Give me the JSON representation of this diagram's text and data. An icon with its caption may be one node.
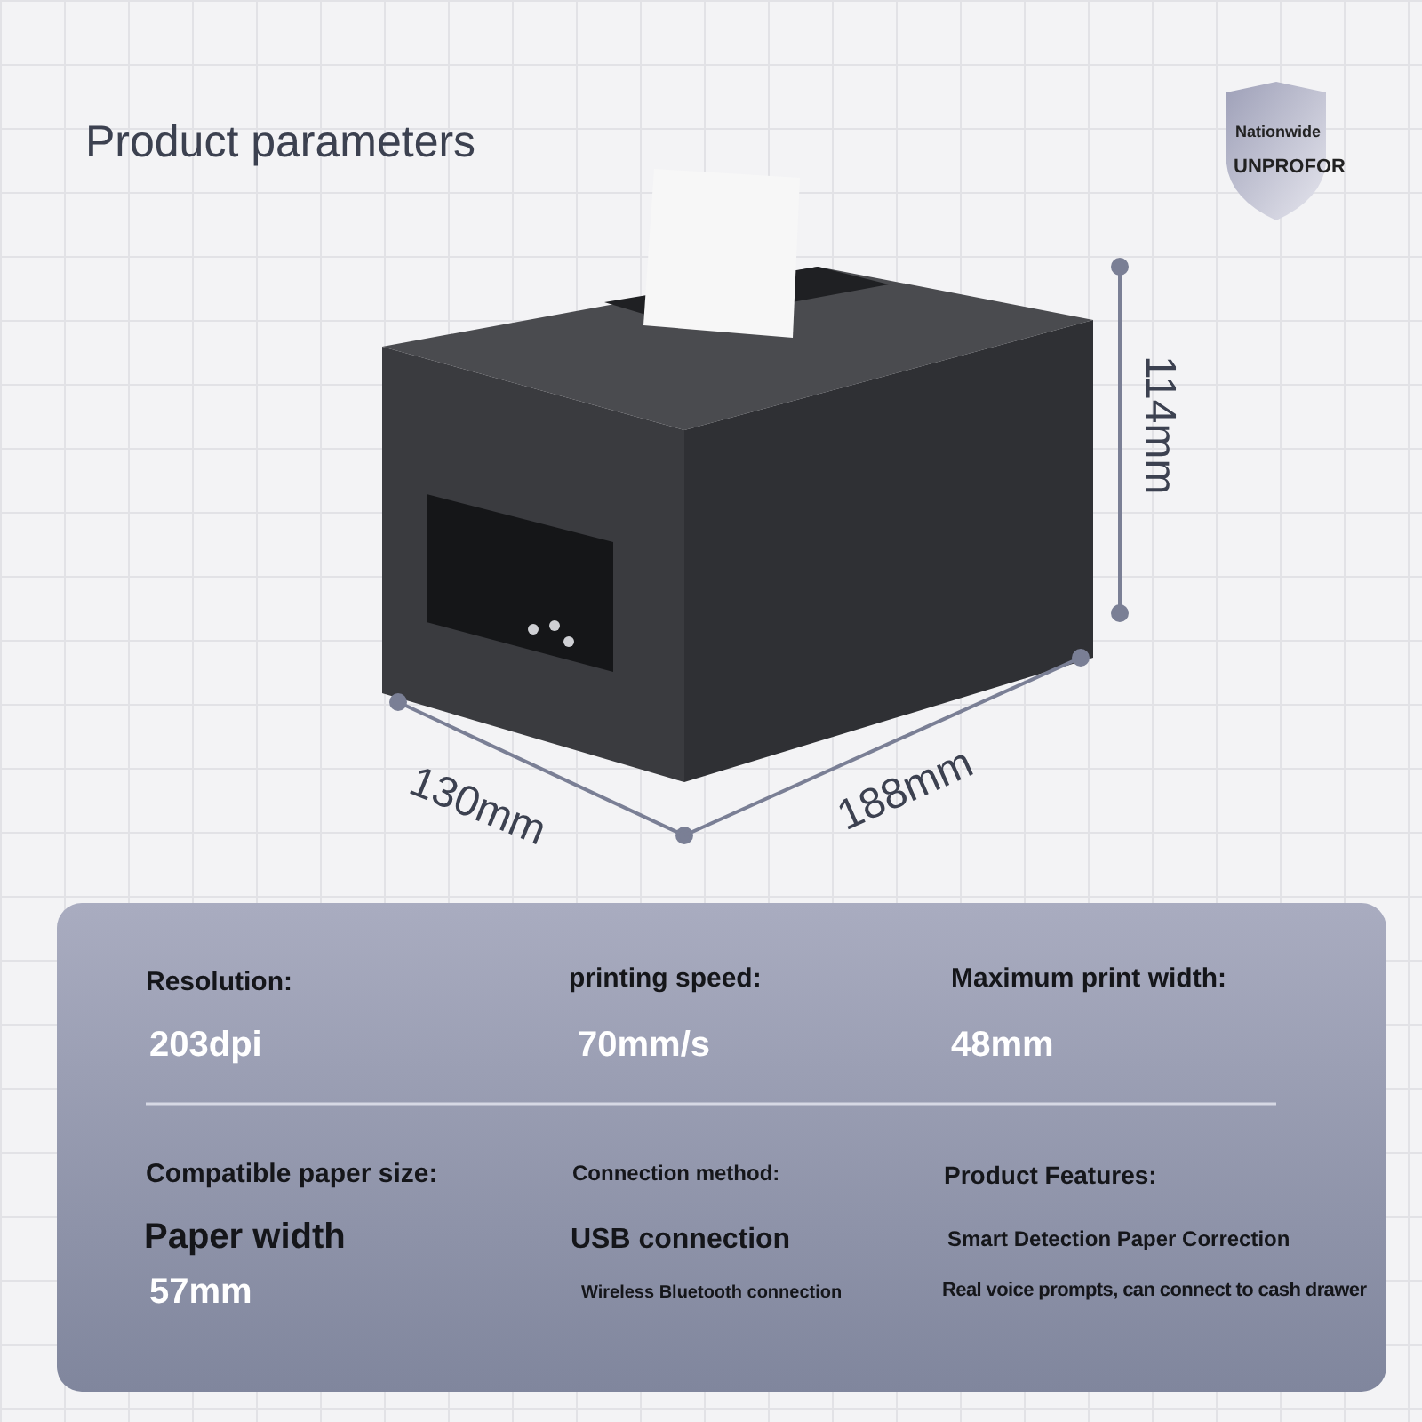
{
  "diagram": {
    "title": "Product parameters",
    "labels": [
      "Nationwide",
      "UNPROFOR",
      "114mm",
      "130mm",
      "188mm",
      "Resolution:",
      "printing speed:",
      "Maximum print width:",
      "203dpi",
      "70mm/s",
      "48mm",
      "Compatible paper size:",
      "Connection method:",
      "Product Features:",
      "Paper width",
      "USB connection",
      "Smart Detection Paper Correction",
      "57mm",
      "Wireless Bluetooth connection",
      "Real voice prompts, can connect to cash drawer"
    ]
  }
}
